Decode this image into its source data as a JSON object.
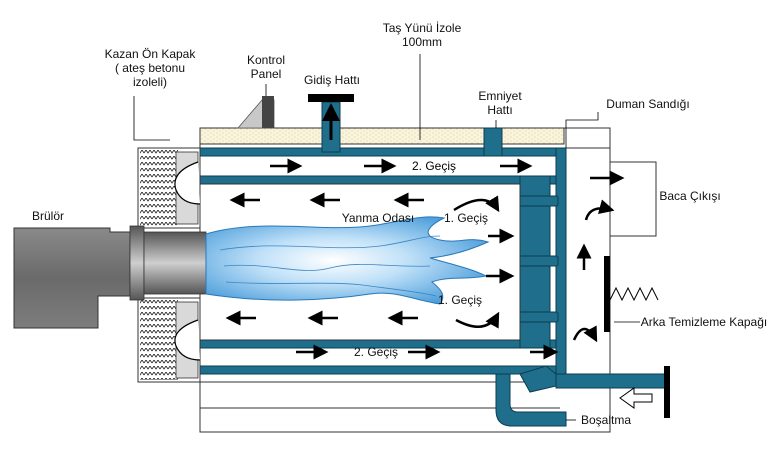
{
  "labels": {
    "front_cover_line1": "Kazan Ön Kapak",
    "front_cover_line2": "( ateş betonu",
    "front_cover_line3": "izoleli)",
    "control_panel_line1": "Kontrol",
    "control_panel_line2": "Panel",
    "flow_line": "Gidiş Hattı",
    "insulation_line1": "Taş Yünü İzole",
    "insulation_line2": "100mm",
    "safety_line1": "Emniyet",
    "safety_line2": "Hattı",
    "smoke_box": "Duman Sandığı",
    "burner": "Brülör",
    "combustion_chamber": "Yanma Odası",
    "first_pass_top": "1. Geçiş",
    "first_pass_bottom": "1. Geçiş",
    "second_pass_top": "2. Geçiş",
    "second_pass_bottom": "2. Geçiş",
    "chimney_outlet": "Baca Çıkışı",
    "rear_cleaning_cover": "Arka Temizleme Kapağı",
    "drain": "Boşaltma"
  },
  "colors": {
    "water_pipe": "#1f6e8c",
    "pipe_outline": "#0b3d52",
    "flame_light": "#d8ecfb",
    "flame_mid": "#6fb4e8",
    "insulation": "#fbf4dc",
    "burner_gray": "#7a7a7a",
    "arrow": "#000000"
  },
  "icons": {
    "flow_arrow": "arrow-icon",
    "spring": "spring-icon",
    "return_arrow": "curved-arrow-icon"
  }
}
